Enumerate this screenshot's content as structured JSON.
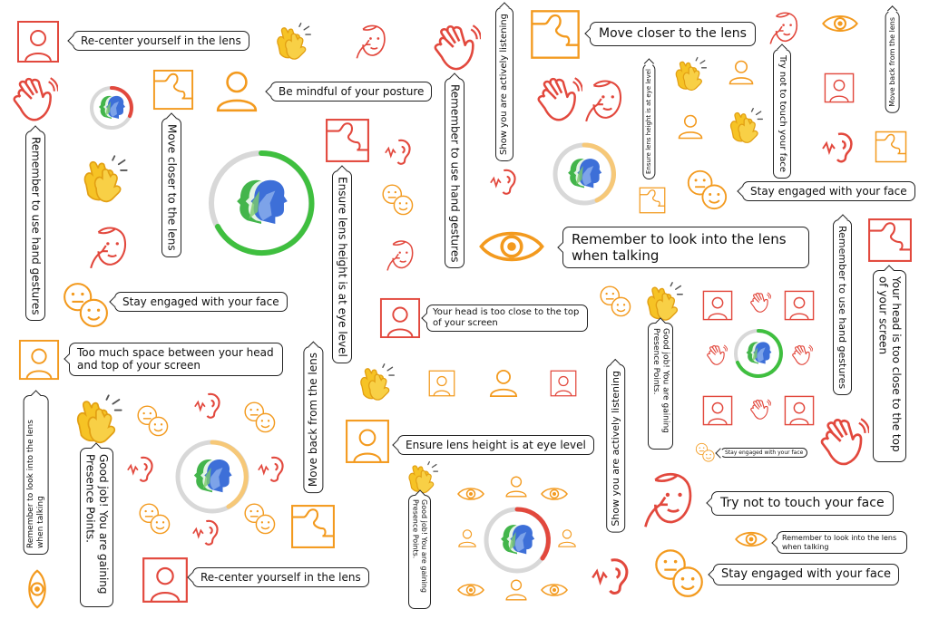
{
  "messages": {
    "recenter_top": "Re-center yourself in the lens",
    "recenter_bottom": "Re-center yourself in the lens",
    "posture": "Be mindful of your posture",
    "move_closer_top": "Move closer to the lens",
    "move_closer_vertical": "Move closer to the lens",
    "move_back_vertical": "Move back from the lens",
    "move_back_small": "Move back from the lens",
    "hand_gestures_left": "Remember to use hand gestures",
    "hand_gestures_center": "Remember to use hand gestures",
    "hand_gestures_right": "Remember to use hand gestures",
    "active_listening_top": "Show you are actively listening",
    "active_listening_bottom": "Show you are actively listening",
    "lens_height_vertical": "Ensure lens height is at eye level",
    "lens_height_horizontal": "Ensure lens height is at eye level",
    "lens_height_small": "Ensure lens height is at eye level",
    "touch_face_vertical": "Try not to touch your face",
    "touch_face_horizontal": "Try not to touch your face",
    "engaged_left": "Stay engaged with your face",
    "engaged_right_top": "Stay engaged with your face",
    "engaged_right_bottom": "Stay engaged with your face",
    "engaged_tiny": "Stay engaged with your face",
    "look_lens_large": "Remember to look into the lens when talking",
    "look_lens_vertical": "Remember to look into the lens when talking",
    "look_lens_small": "Remember to look into the lens when talking",
    "head_close_center": "Your head is too close to the top of your screen",
    "head_close_right": "Your head is too close to the top of your screen",
    "too_much_space": "Too much space between your head and top of your screen",
    "good_job_left": "Good job! You are gaining Presence Points.",
    "good_job_center": "Good job! You are gaining Presence Points.",
    "good_job_right": "Good job! You are gaining Presence Points."
  },
  "colors": {
    "red": "#e2483d",
    "orange": "#f39a1e",
    "green": "#3fbf3f",
    "blue": "#3d6fd8",
    "yellow": "#f6c325",
    "gray": "#d8d8d8"
  },
  "icons": [
    "frame-person-icon",
    "waving-hand-icon",
    "clapping-hands-icon",
    "eye-icon",
    "ear-icon",
    "faces-icon",
    "touch-face-icon",
    "puzzle-frame-icon",
    "person-icon",
    "presence-meter-icon"
  ]
}
